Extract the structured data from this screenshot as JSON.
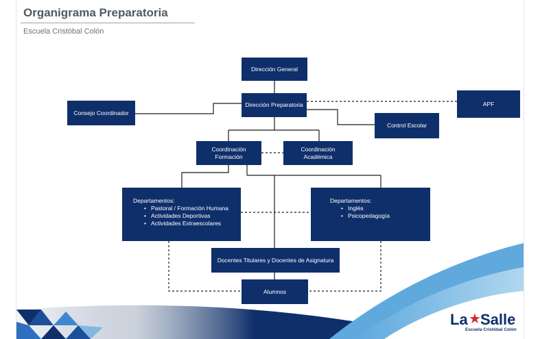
{
  "header": {
    "title": "Organigrama Preparatoria",
    "subtitle": "Escuela Cristóbal Colón"
  },
  "org": {
    "direccion_general": "Dirección General",
    "direccion_preparatoria": "Dirección Preparatoria",
    "consejo_coordinador": "Consejo Coordinador",
    "apf": "APF",
    "control_escolar": "Control Escolar",
    "coordinacion_formacion": "Coordinación Formación",
    "coordinacion_academica": "Coordinación Académica",
    "departamentos_formacion": {
      "title": "Departamentos:",
      "items": [
        "Pastoral / Formación Humana",
        "Actividades Deportivas",
        "Actividades Extraescolares"
      ]
    },
    "departamentos_academicos": {
      "title": "Departamentos:",
      "items": [
        "Inglés",
        "Psicopedagogía"
      ]
    },
    "docentes": "Docentes Titulares y Docentes de Asignatura",
    "alumnos": "Alumnos"
  },
  "logo": {
    "name_la": "La",
    "name_salle": "Salle",
    "school": "Escuela Cristóbal Colón"
  },
  "colors": {
    "box": "#0f2f6b",
    "line": "#1a1a1a",
    "title": "#4f5a63",
    "accent_red": "#d62b2b",
    "wave_light": "#b9dcf2",
    "wave_mid": "#5fa9dd",
    "wave_dark": "#0f2f6b"
  }
}
